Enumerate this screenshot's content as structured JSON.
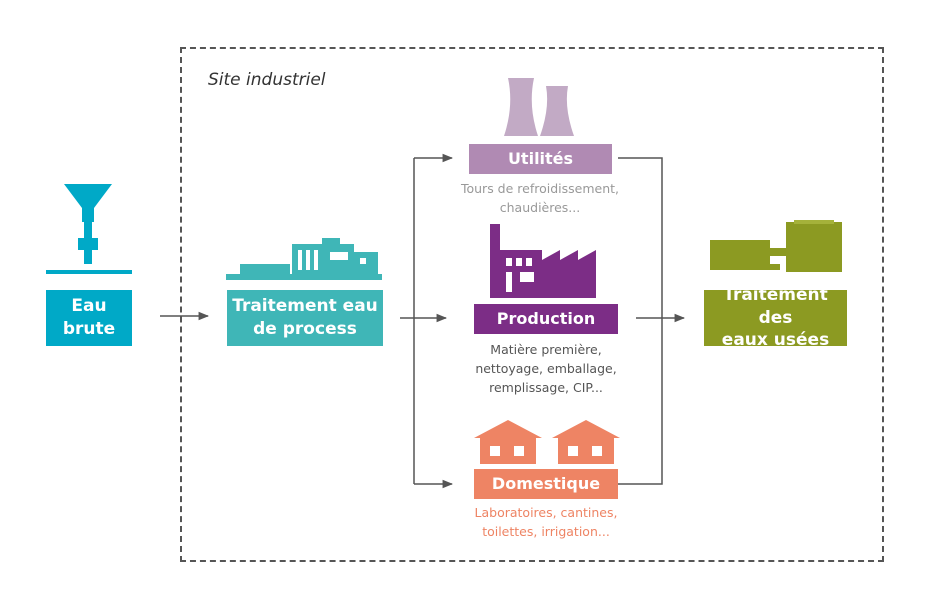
{
  "site_label": "Site industriel",
  "colors": {
    "eau_brute": "#00a9c7",
    "process": "#3fb6b7",
    "utilites": "#b08ab3",
    "production": "#7c2d86",
    "domestique": "#ee8464",
    "eaux_usees": "#8c9a22",
    "arrow": "#555555"
  },
  "nodes": {
    "eau_brute": {
      "line1": "Eau",
      "line2": "brute"
    },
    "process": {
      "line1": "Traitement eau",
      "line2": "de process"
    },
    "utilites": {
      "label": "Utilités",
      "desc1": "Tours de refroidissement,",
      "desc2": "chaudières..."
    },
    "production": {
      "label": "Production",
      "desc1": "Matière première,",
      "desc2": "nettoyage, emballage,",
      "desc3": "remplissage, CIP..."
    },
    "domestique": {
      "label": "Domestique",
      "desc1": "Laboratoires, cantines,",
      "desc2": "toilettes, irrigation..."
    },
    "eaux_usees": {
      "line1": "Traitement des",
      "line2": "eaux usées"
    }
  },
  "icons": {
    "eau_brute": "water-tower-icon",
    "process": "treatment-plant-icon",
    "utilites": "cooling-tower-icon",
    "production": "factory-icon",
    "domestique": "houses-icon",
    "eaux_usees": "wastewater-tank-icon"
  }
}
